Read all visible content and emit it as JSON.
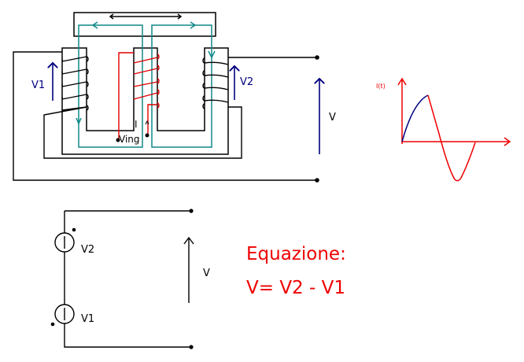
{
  "colors": {
    "wire": "#000000",
    "flux": "#108888",
    "winding_mid": "#e00000",
    "voltage_arrow": "#000080",
    "graph": "#ee0000",
    "graph_highlight": "#000080",
    "equation": "#ee0000"
  },
  "transformer": {
    "label_v1": "V1",
    "label_v2": "V2",
    "label_v": "V",
    "label_current": "I",
    "label_ving": "Ving"
  },
  "graph": {
    "y_label": "I(t)"
  },
  "equivalent_circuit": {
    "label_v2": "V2",
    "label_v1": "V1",
    "label_v": "V"
  },
  "equation": {
    "title": "Equazione:",
    "formula": "V= V2 - V1"
  }
}
